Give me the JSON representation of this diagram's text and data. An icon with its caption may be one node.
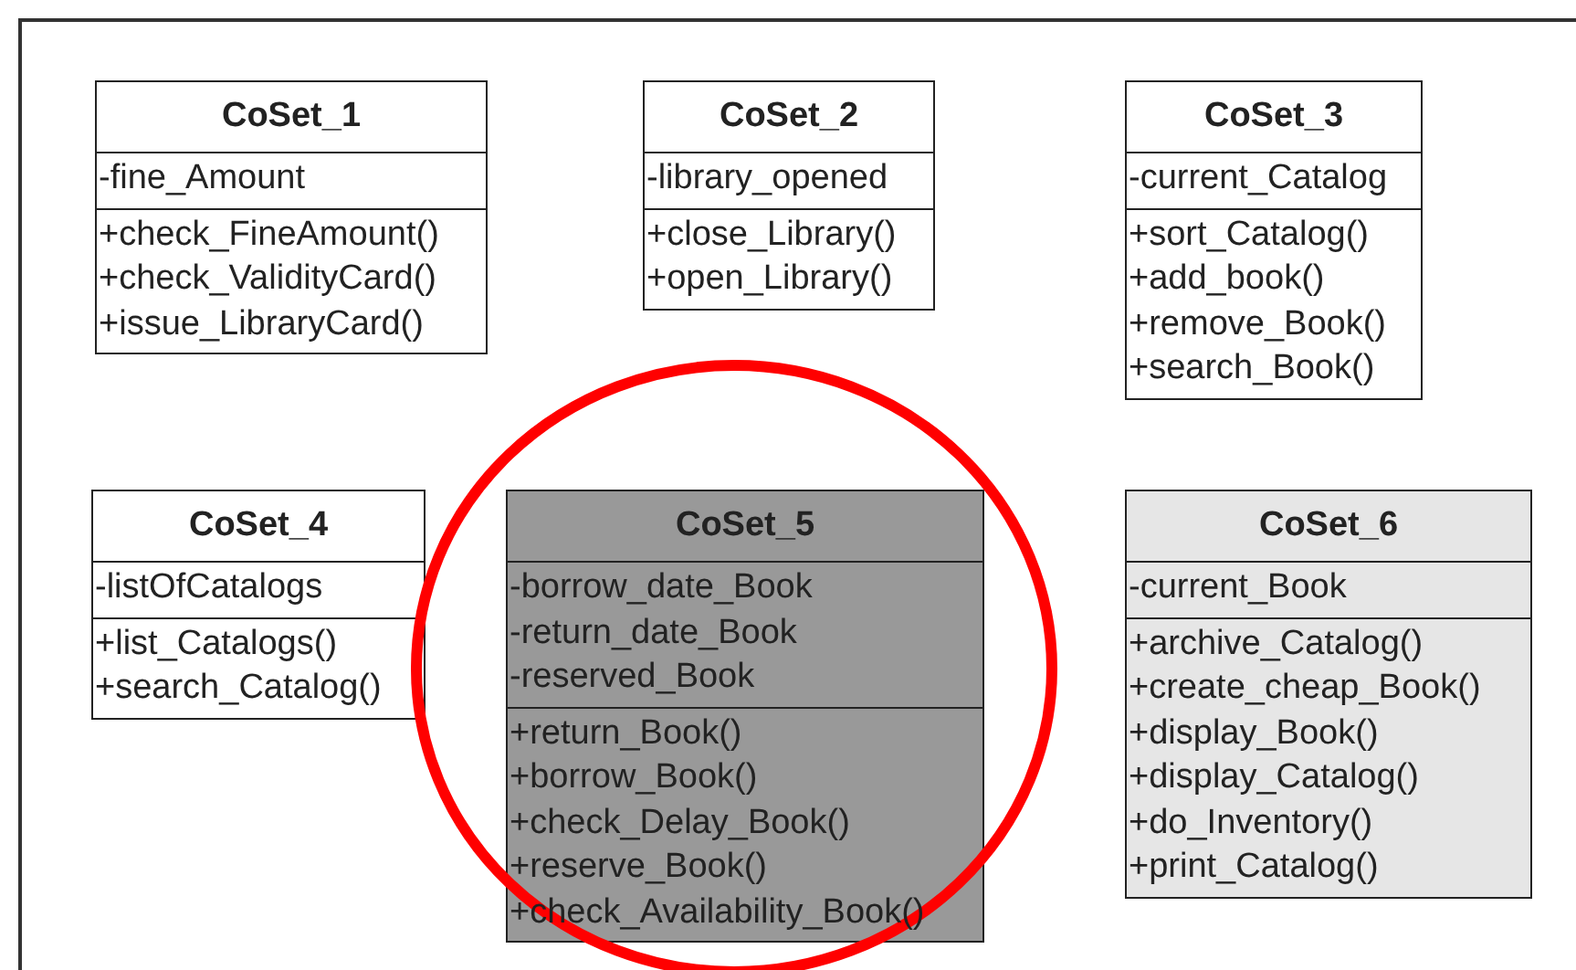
{
  "diagram": {
    "nodes": [
      {
        "text": [
          "CoSet_1"
        ]
      },
      {
        "text": [
          "-fine_Amount"
        ],
        "in": 0
      },
      {
        "text": [
          "+check_FineAmount()",
          "+check_ValidityCard()",
          "+issue_LibraryCard()"
        ],
        "in": 0
      },
      {
        "text": [
          "CoSet_2"
        ]
      },
      {
        "text": [
          "-library_opened"
        ],
        "in": 3
      },
      {
        "text": [
          "+close_Library()",
          "+open_Library()"
        ],
        "in": 3
      },
      {
        "text": [
          "CoSet_3"
        ]
      },
      {
        "text": [
          "-current_Catalog"
        ],
        "in": 6
      },
      {
        "text": [
          "+sort_Catalog()",
          "+add_book()",
          "+remove_Book()",
          "+search_Book()"
        ],
        "in": 6
      },
      {
        "text": [
          "CoSet_4"
        ]
      },
      {
        "text": [
          "-listOfCatalogs"
        ],
        "in": 9
      },
      {
        "text": [
          "+list_Catalogs()",
          "+search_Catalog()"
        ],
        "in": 9
      },
      {
        "text": [
          "CoSet_5"
        ]
      },
      {
        "text": [
          "-borrow_date_Book",
          "-return_date_Book",
          "-reserved_Book"
        ],
        "in": 12
      },
      {
        "text": [
          "+return_Book()",
          "+borrow_Book()",
          "+check_Delay_Book()",
          "+reserve_Book()",
          "+check_Availability_Book()"
        ],
        "in": 12
      },
      {
        "text": [
          "CoSet_6"
        ]
      },
      {
        "text": [
          "-current_Book"
        ],
        "in": 15
      },
      {
        "text": [
          "+archive_Catalog()",
          "+create_cheap_Book()",
          "+display_Book()",
          "+display_Catalog()",
          "+do_Inventory()",
          "+print_Catalog()"
        ],
        "in": 15
      }
    ]
  }
}
